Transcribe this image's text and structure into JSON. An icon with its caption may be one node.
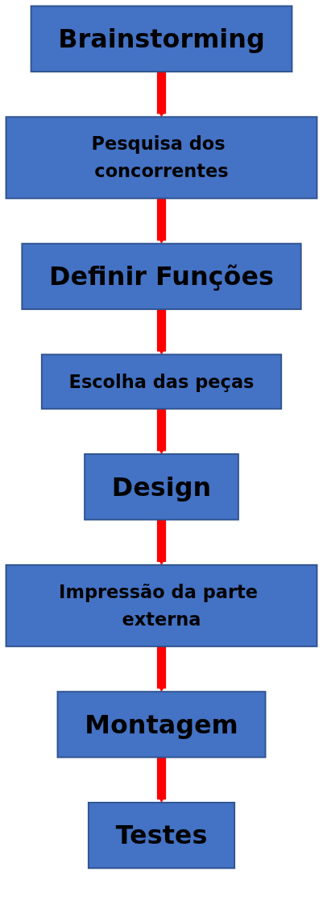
{
  "diagram": {
    "nodes": [
      {
        "text": [
          "Brainstorming"
        ]
      },
      {
        "text": [
          "Pesquisa dos concorrentes"
        ]
      },
      {
        "text": [
          "Definir Funções"
        ]
      },
      {
        "text": [
          "Escolha das peças"
        ]
      },
      {
        "text": [
          "Design"
        ]
      },
      {
        "text": [
          "Impressão da parte externa"
        ]
      },
      {
        "text": [
          "Montagem"
        ]
      },
      {
        "text": [
          "Testes"
        ]
      }
    ],
    "edges": [
      {
        "from": 0,
        "to": 1,
        "arrow": "to",
        "color": "#ff0000"
      },
      {
        "from": 1,
        "to": 2,
        "arrow": "to",
        "color": "#ff0000"
      },
      {
        "from": 2,
        "to": 3,
        "arrow": "to",
        "color": "#ff0000"
      },
      {
        "from": 3,
        "to": 4,
        "arrow": "to",
        "color": "#ff0000"
      },
      {
        "from": 4,
        "to": 5,
        "arrow": "to",
        "color": "#ff0000"
      },
      {
        "from": 5,
        "to": 6,
        "arrow": "to",
        "color": "#ff0000"
      },
      {
        "from": 6,
        "to": 7,
        "arrow": "to",
        "color": "#ff0000"
      }
    ]
  }
}
